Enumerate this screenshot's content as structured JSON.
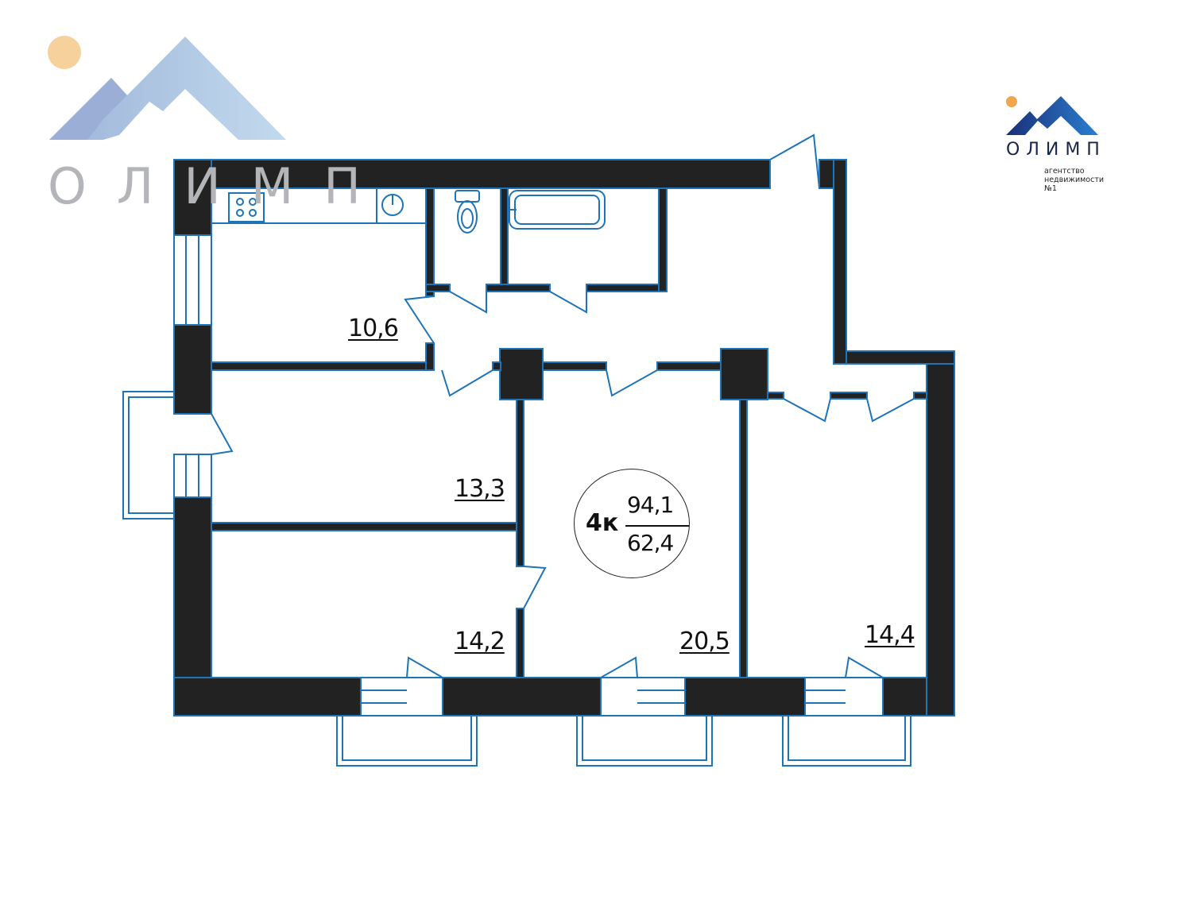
{
  "watermark": {
    "text": "ОЛИМП"
  },
  "logo": {
    "name": "ОЛИМП",
    "tagline_lines": [
      "агентство",
      "недвижимости",
      "№1"
    ]
  },
  "colors": {
    "wall": "#222222",
    "outline": "#1f73b7",
    "sun": "#f0a64a",
    "mountain_light": "#a9bfdf",
    "mountain_dark": "#1c4fa8"
  },
  "summary": {
    "rooms": "4к",
    "total_area": "94,1",
    "living_area": "62,4"
  },
  "rooms": [
    {
      "label": "10,6"
    },
    {
      "label": "13,3"
    },
    {
      "label": "14,2"
    },
    {
      "label": "20,5"
    },
    {
      "label": "14,4"
    }
  ]
}
